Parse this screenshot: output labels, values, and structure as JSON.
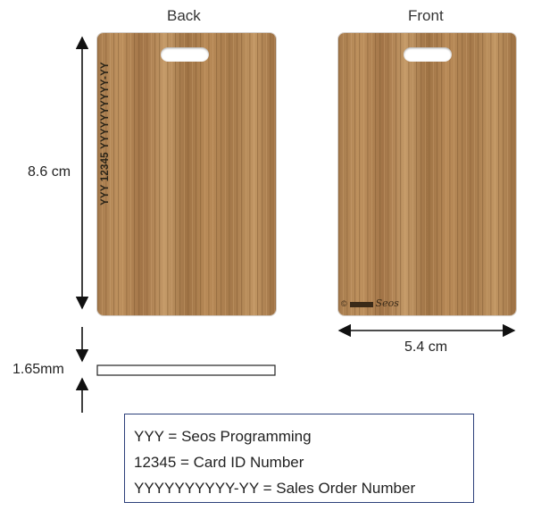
{
  "labels": {
    "back": "Back",
    "front": "Front",
    "height": "8.6 cm",
    "width": "5.4 cm",
    "thickness": "1.65mm"
  },
  "back_card_text": "YYY 12345 YYYYYYYYYY-YY",
  "front_logo": {
    "prefix": "©",
    "name": "Seos"
  },
  "legend": [
    "YYY = Seos Programming",
    "12345 = Card ID Number",
    "YYYYYYYYYY-YY = Sales Order Number"
  ],
  "colors": {
    "wood_light": "#b58a5a",
    "wood_dark": "#8a6238",
    "legend_border": "#2c3f7a",
    "arrow": "#111111"
  }
}
